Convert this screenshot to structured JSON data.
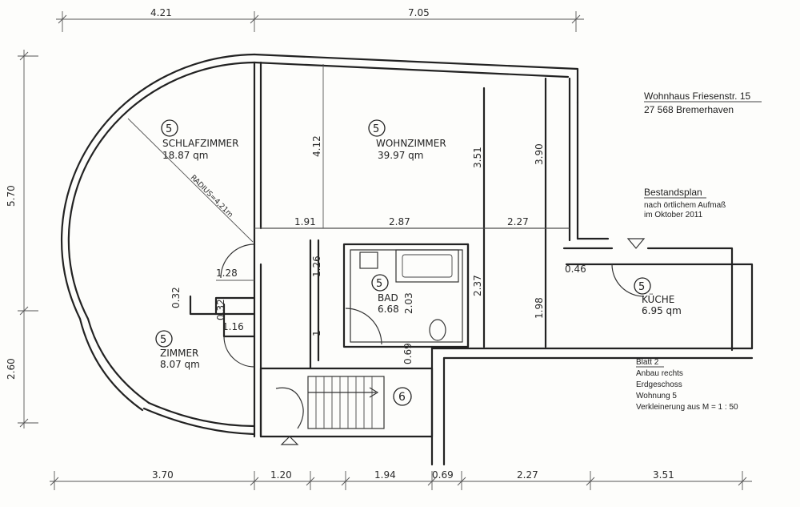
{
  "building": {
    "title": "Wohnhaus Friesenstr. 15",
    "address": "27 568 Bremerhaven"
  },
  "plan_info": {
    "heading": "Bestandsplan",
    "line1": "nach örtlichem Aufmaß",
    "line2": "im Oktober 2011"
  },
  "sheet": {
    "blatt": "Blatt 2",
    "line1": "Anbau rechts",
    "line2": "Erdgeschoss",
    "line3": "Wohnung 5",
    "line4": "Verkleinerung aus M = 1 : 50"
  },
  "rooms": {
    "schlafzimmer": {
      "number": "5",
      "name": "SCHLAFZIMMER",
      "area": "18.87 qm"
    },
    "wohnzimmer": {
      "number": "5",
      "name": "WOHNZIMMER",
      "area": "39.97 qm"
    },
    "bad": {
      "number": "5",
      "name": "BAD",
      "area": "6.68"
    },
    "kueche": {
      "number": "5",
      "name": "KÜCHE",
      "area": "6.95 qm"
    },
    "zimmer": {
      "number": "5",
      "name": "ZIMMER",
      "area": "8.07 qm"
    },
    "stair": {
      "number": "6"
    }
  },
  "radius_label": "RADIUS=4,21m",
  "dimensions": {
    "top_1": "4.21",
    "top_2": "7.05",
    "left_1": "5.70",
    "left_2": "2.60",
    "bottom_1": "3.70",
    "bottom_2": "1.20",
    "bottom_3": "1.94",
    "bottom_4": "0.69",
    "bottom_5": "2.27",
    "bottom_6": "3.51",
    "mid_1": "1.91",
    "mid_2": "2.87",
    "mid_3": "2.27",
    "v_412": "4.12",
    "v_351": "3.51",
    "v_390": "3.90",
    "v_126": "1.26",
    "v_237": "2.37",
    "v_198": "1.98",
    "v_203": "2.03",
    "v_069": "0.69",
    "v_1": "1",
    "h_128": "1.28",
    "h_116": "1.16",
    "v_032a": "0.32",
    "v_032b": "0.32",
    "h_046": "0.46"
  }
}
